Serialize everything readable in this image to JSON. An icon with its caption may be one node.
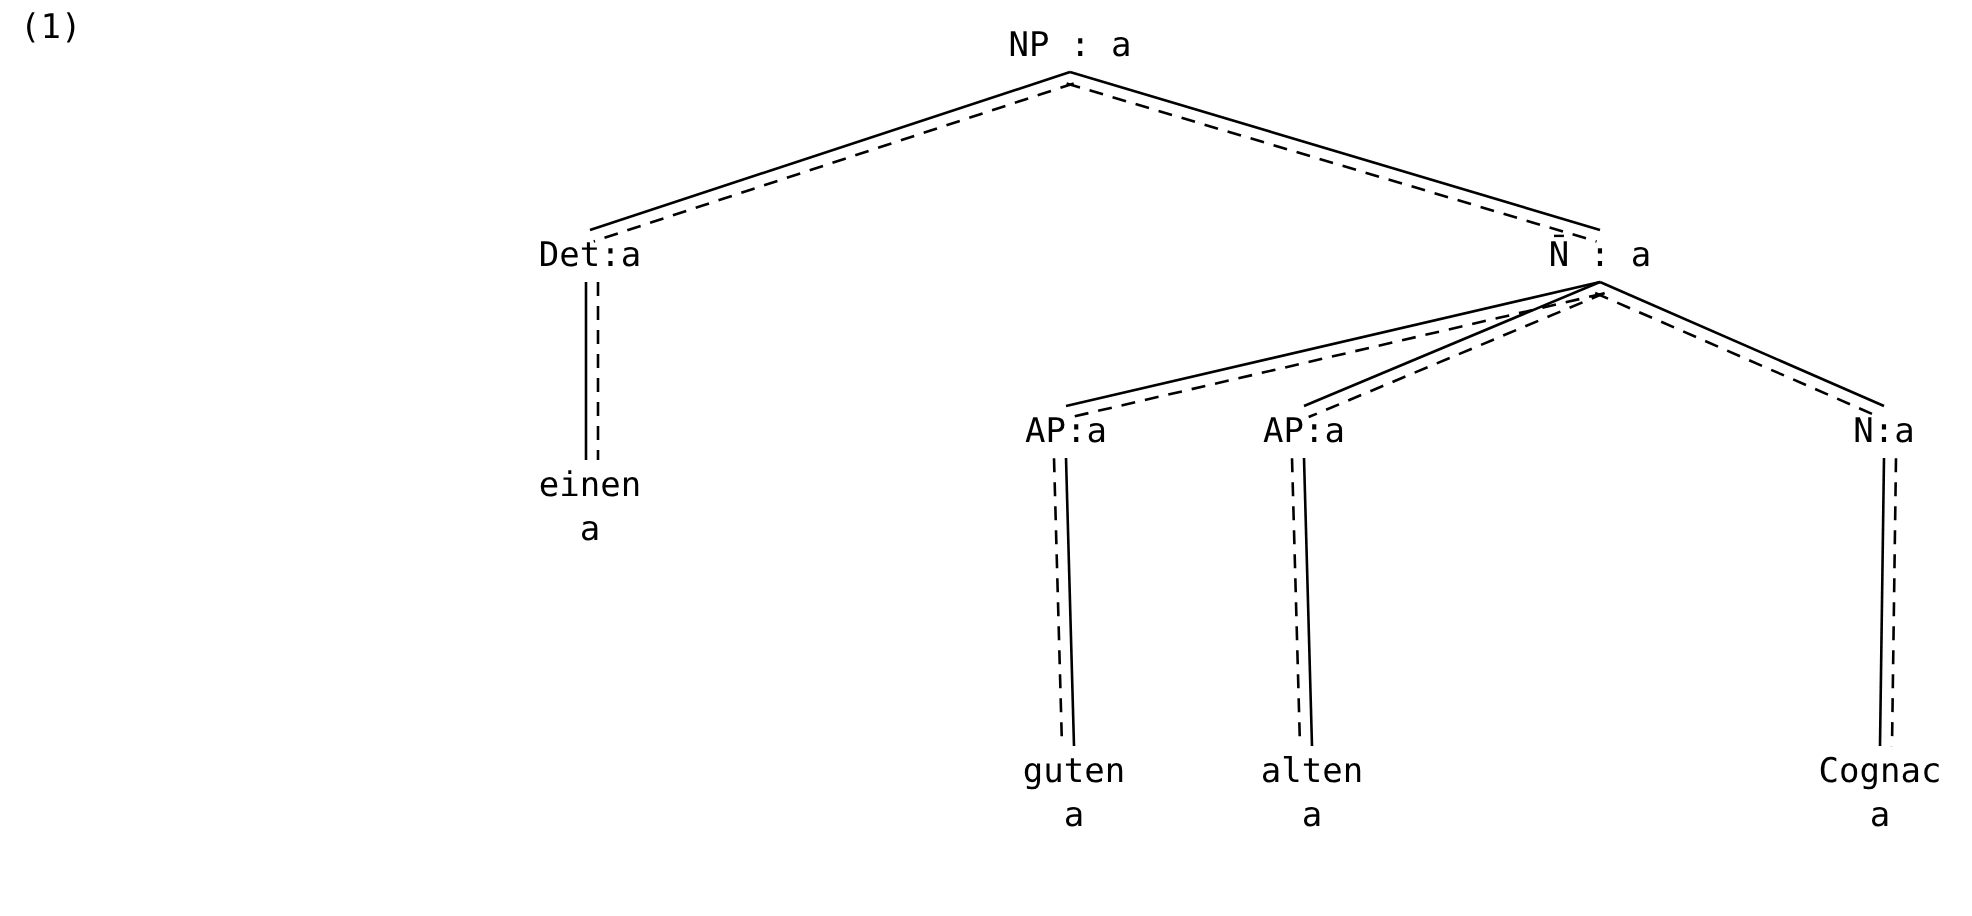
{
  "diagram": {
    "nodes": [
      {
        "text": [
          "NP : a"
        ]
      },
      {
        "text": [
          "Det:a"
        ]
      },
      {
        "text": [
          "N̄ : a"
        ]
      },
      {
        "text": [
          "einen",
          "a"
        ]
      },
      {
        "text": [
          "AP:a"
        ]
      },
      {
        "text": [
          "AP:a"
        ]
      },
      {
        "text": [
          "N:a"
        ]
      },
      {
        "text": [
          "guten",
          "a"
        ]
      },
      {
        "text": [
          "alten",
          "a"
        ]
      },
      {
        "text": [
          "Cognac",
          "a"
        ]
      }
    ],
    "edges": [
      {
        "from": 0,
        "to": 1,
        "arrow": "none"
      },
      {
        "from": 0,
        "to": 1,
        "arrow": "none",
        "style": "dashed"
      },
      {
        "from": 0,
        "to": 2,
        "arrow": "none"
      },
      {
        "from": 0,
        "to": 2,
        "arrow": "none",
        "style": "dashed"
      },
      {
        "from": 1,
        "to": 3,
        "arrow": "none"
      },
      {
        "from": 1,
        "to": 3,
        "arrow": "none",
        "style": "dashed"
      },
      {
        "from": 2,
        "to": 4,
        "arrow": "none"
      },
      {
        "from": 2,
        "to": 4,
        "arrow": "none",
        "style": "dashed"
      },
      {
        "from": 2,
        "to": 5,
        "arrow": "none"
      },
      {
        "from": 2,
        "to": 5,
        "arrow": "none",
        "style": "dashed"
      },
      {
        "from": 2,
        "to": 6,
        "arrow": "none"
      },
      {
        "from": 2,
        "to": 6,
        "arrow": "none",
        "style": "dashed"
      },
      {
        "from": 4,
        "to": 7,
        "arrow": "none"
      },
      {
        "from": 4,
        "to": 7,
        "arrow": "none",
        "style": "dashed"
      },
      {
        "from": 5,
        "to": 8,
        "arrow": "none"
      },
      {
        "from": 5,
        "to": 8,
        "arrow": "none",
        "style": "dashed"
      },
      {
        "from": 6,
        "to": 9,
        "arrow": "none"
      },
      {
        "from": 6,
        "to": 9,
        "arrow": "none",
        "style": "dashed"
      }
    ],
    "labels": [
      "(1)"
    ]
  }
}
